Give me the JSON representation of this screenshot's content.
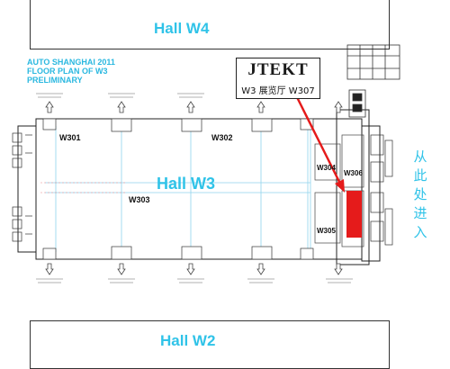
{
  "halls": {
    "w4": "Hall W4",
    "w3": "Hall W3",
    "w2": "Hall W2"
  },
  "legend": {
    "line1": "AUTO SHANGHAI 2011",
    "line2": "FLOOR PLAN OF W3",
    "line3": "PRELIMINARY"
  },
  "callout": {
    "brand": "JTEKT",
    "booth": "W3 展览厅 W307"
  },
  "rooms": {
    "w301": "W301",
    "w302": "W302",
    "w303": "W303",
    "w304": "W304",
    "w305": "W305",
    "w306": "W306"
  },
  "entrance": [
    "从",
    "此",
    "处",
    "进",
    "入"
  ],
  "colors": {
    "hall_label": "#30c3e8",
    "booth_highlight": "#e51b1b",
    "callout_arrow": "#e51b1b",
    "wall_lines": "#222222",
    "grid_lines": "#8fd3ec"
  }
}
